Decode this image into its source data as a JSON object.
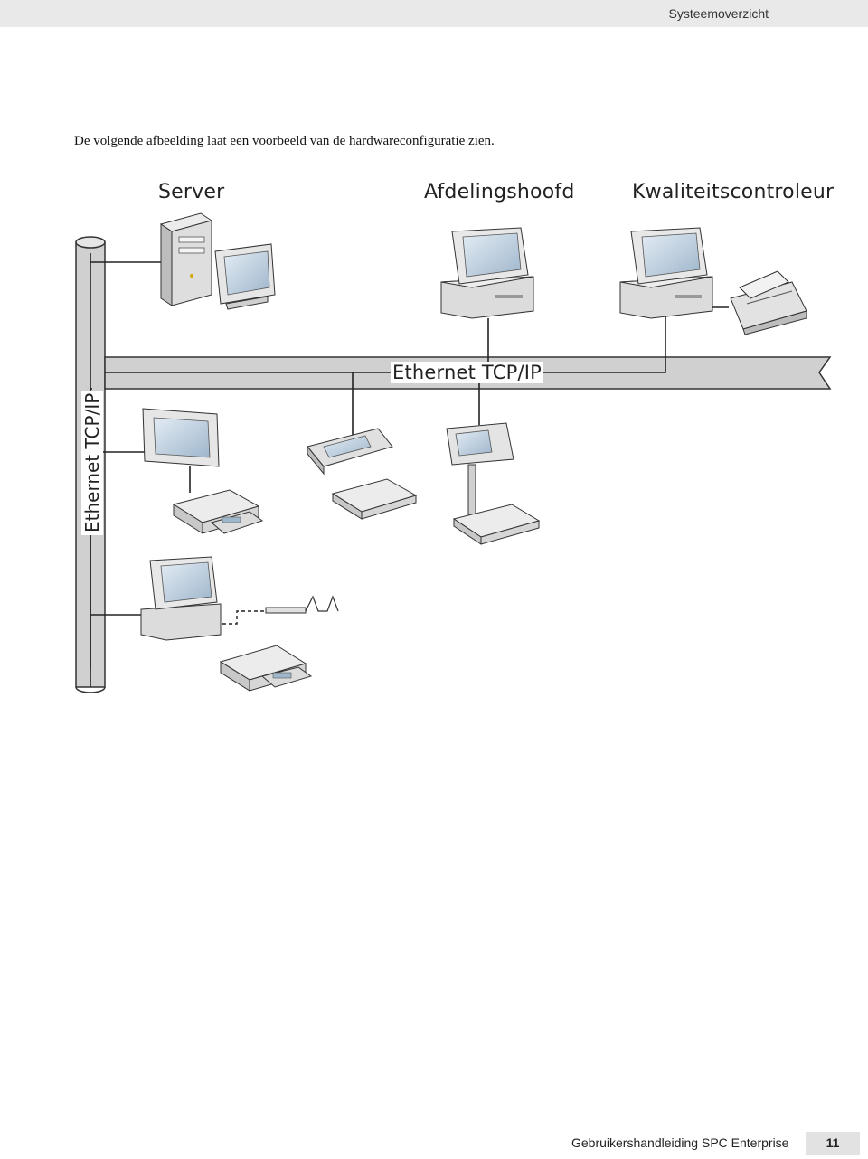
{
  "header": {
    "section_title": "Systeemoverzicht"
  },
  "intro": {
    "text": "De volgende afbeelding laat een voorbeeld van de hardwareconfiguratie zien."
  },
  "diagram": {
    "labels": {
      "server": "Server",
      "afdelingshoofd": "Afdelingshoofd",
      "kwaliteitscontroleur": "Kwaliteitscontroleur",
      "ethernet_horizontal": "Ethernet TCP/IP",
      "ethernet_vertical": "Ethernet TCP/IP"
    }
  },
  "footer": {
    "title": "Gebruikershandleiding SPC Enterprise",
    "page_number": "11"
  },
  "colors": {
    "header_bg": "#e9e9e9",
    "device_gray": "#d9d9d9",
    "screen_blue": "#b8cde0",
    "pipe": "#cfcfcf"
  }
}
